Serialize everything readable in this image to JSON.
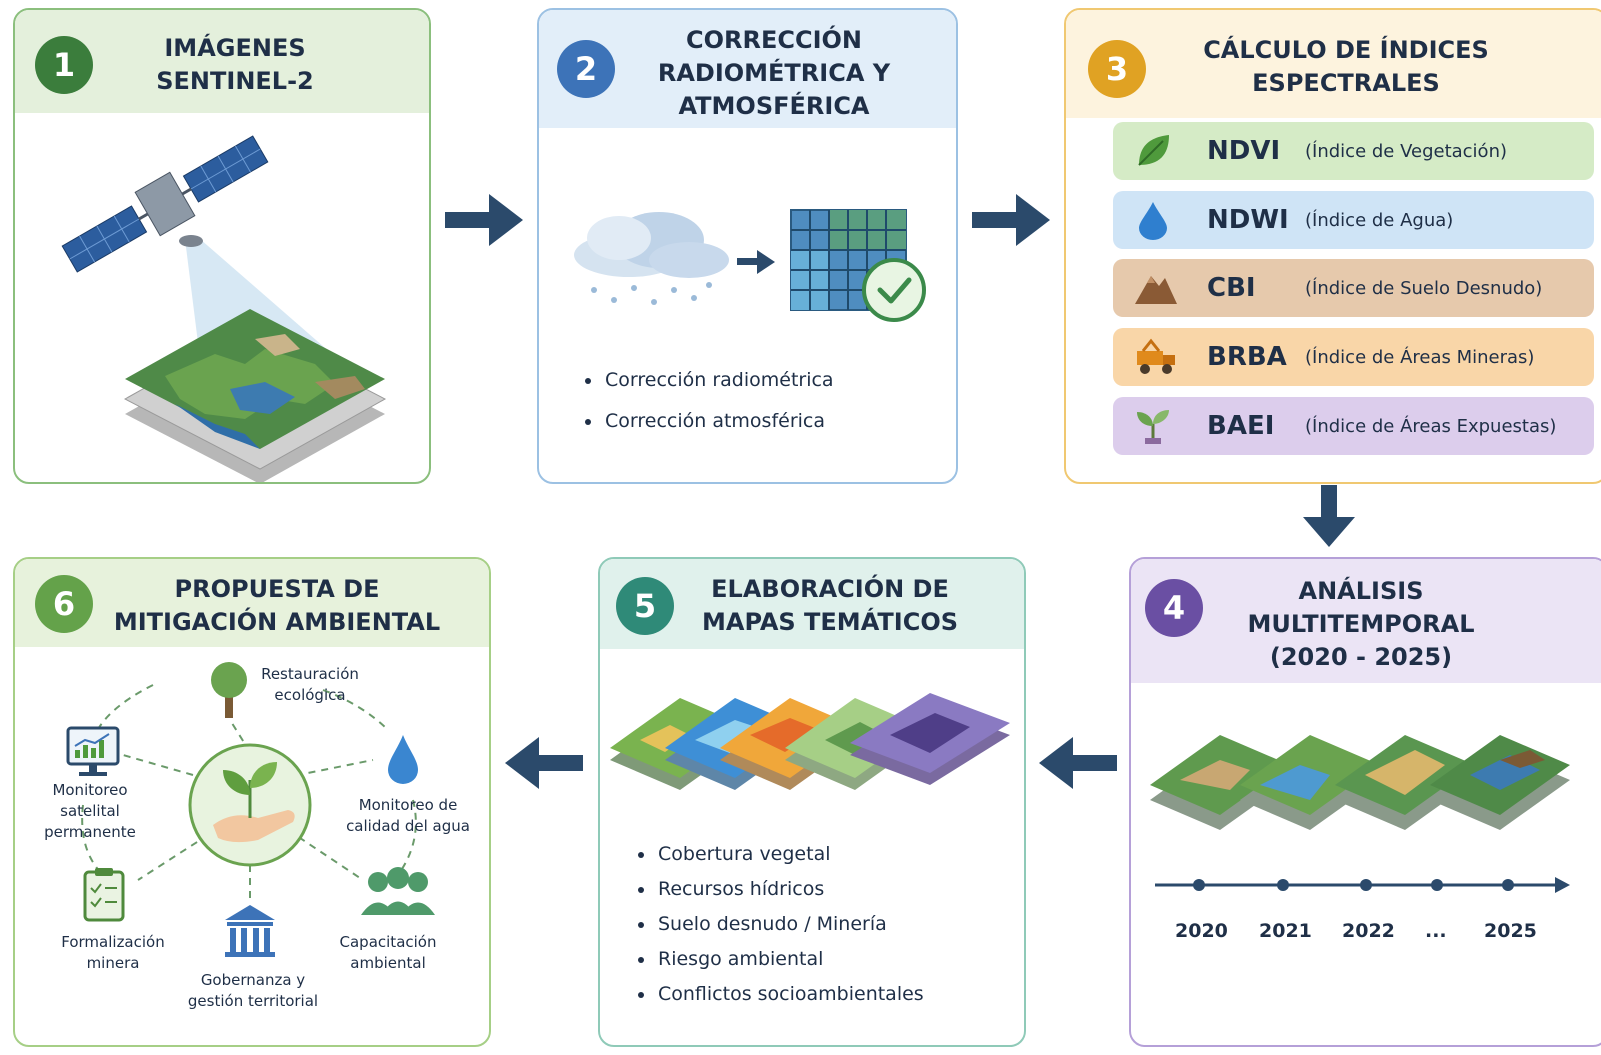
{
  "steps": [
    {
      "number": "1",
      "title": [
        "IMÁGENES",
        "SENTINEL-2"
      ]
    },
    {
      "number": "2",
      "title": [
        "CORRECCIÓN",
        "RADIOMÉTRICA Y",
        "ATMOSFÉRICA"
      ],
      "bullets": [
        "Corrección radiométrica",
        "Corrección atmosférica"
      ]
    },
    {
      "number": "3",
      "title": [
        "CÁLCULO DE ÍNDICES",
        "ESPECTRALES"
      ],
      "indices": [
        {
          "code": "NDVI",
          "desc": "(Índice de Vegetación)",
          "icon": "leaf-icon",
          "color": "#d5ebc6"
        },
        {
          "code": "NDWI",
          "desc": "(Índice de Agua)",
          "icon": "water-drop-icon",
          "color": "#cfe4f6"
        },
        {
          "code": "CBI",
          "desc": "(Índice de Suelo Desnudo)",
          "icon": "mountain-icon",
          "color": "#e6c9ac"
        },
        {
          "code": "BRBA",
          "desc": "(Índice de Áreas Mineras)",
          "icon": "mining-truck-icon",
          "color": "#f9d6a8"
        },
        {
          "code": "BAEI",
          "desc": "(Índice de Áreas Expuestas)",
          "icon": "sprout-icon",
          "color": "#dccdec"
        }
      ]
    },
    {
      "number": "4",
      "title": [
        "ANÁLISIS",
        "MULTITEMPORAL",
        "(2020 - 2025)"
      ],
      "timeline": [
        "2020",
        "2021",
        "2022",
        "...",
        "2025"
      ]
    },
    {
      "number": "5",
      "title": [
        "ELABORACIÓN DE",
        "MAPAS TEMÁTICOS"
      ],
      "bullets": [
        "Cobertura vegetal",
        "Recursos hídricos",
        "Suelo desnudo / Minería",
        "Riesgo ambiental",
        "Conflictos socioambientales"
      ]
    },
    {
      "number": "6",
      "title": [
        "PROPUESTA DE",
        "MITIGACIÓN AMBIENTAL"
      ],
      "actions": [
        {
          "label": [
            "Restauración",
            "ecológica"
          ],
          "icon": "tree-icon"
        },
        {
          "label": [
            "Monitoreo de",
            "calidad del agua"
          ],
          "icon": "water-drop-icon"
        },
        {
          "label": [
            "Capacitación",
            "ambiental"
          ],
          "icon": "people-icon"
        },
        {
          "label": [
            "Gobernanza y",
            "gestión territorial"
          ],
          "icon": "government-building-icon"
        },
        {
          "label": [
            "Formalización",
            "minera"
          ],
          "icon": "clipboard-checklist-icon"
        },
        {
          "label": [
            "Monitoreo",
            "satelital",
            "permanente"
          ],
          "icon": "monitor-chart-icon"
        }
      ]
    }
  ],
  "colors": {
    "green": "#3b7d3c",
    "blue": "#3d73b8",
    "gold": "#e0a223",
    "purple": "#6a4fa3",
    "teal": "#2f8a78",
    "lightgreen": "#64a24a",
    "arrow": "#2b4a6b"
  }
}
